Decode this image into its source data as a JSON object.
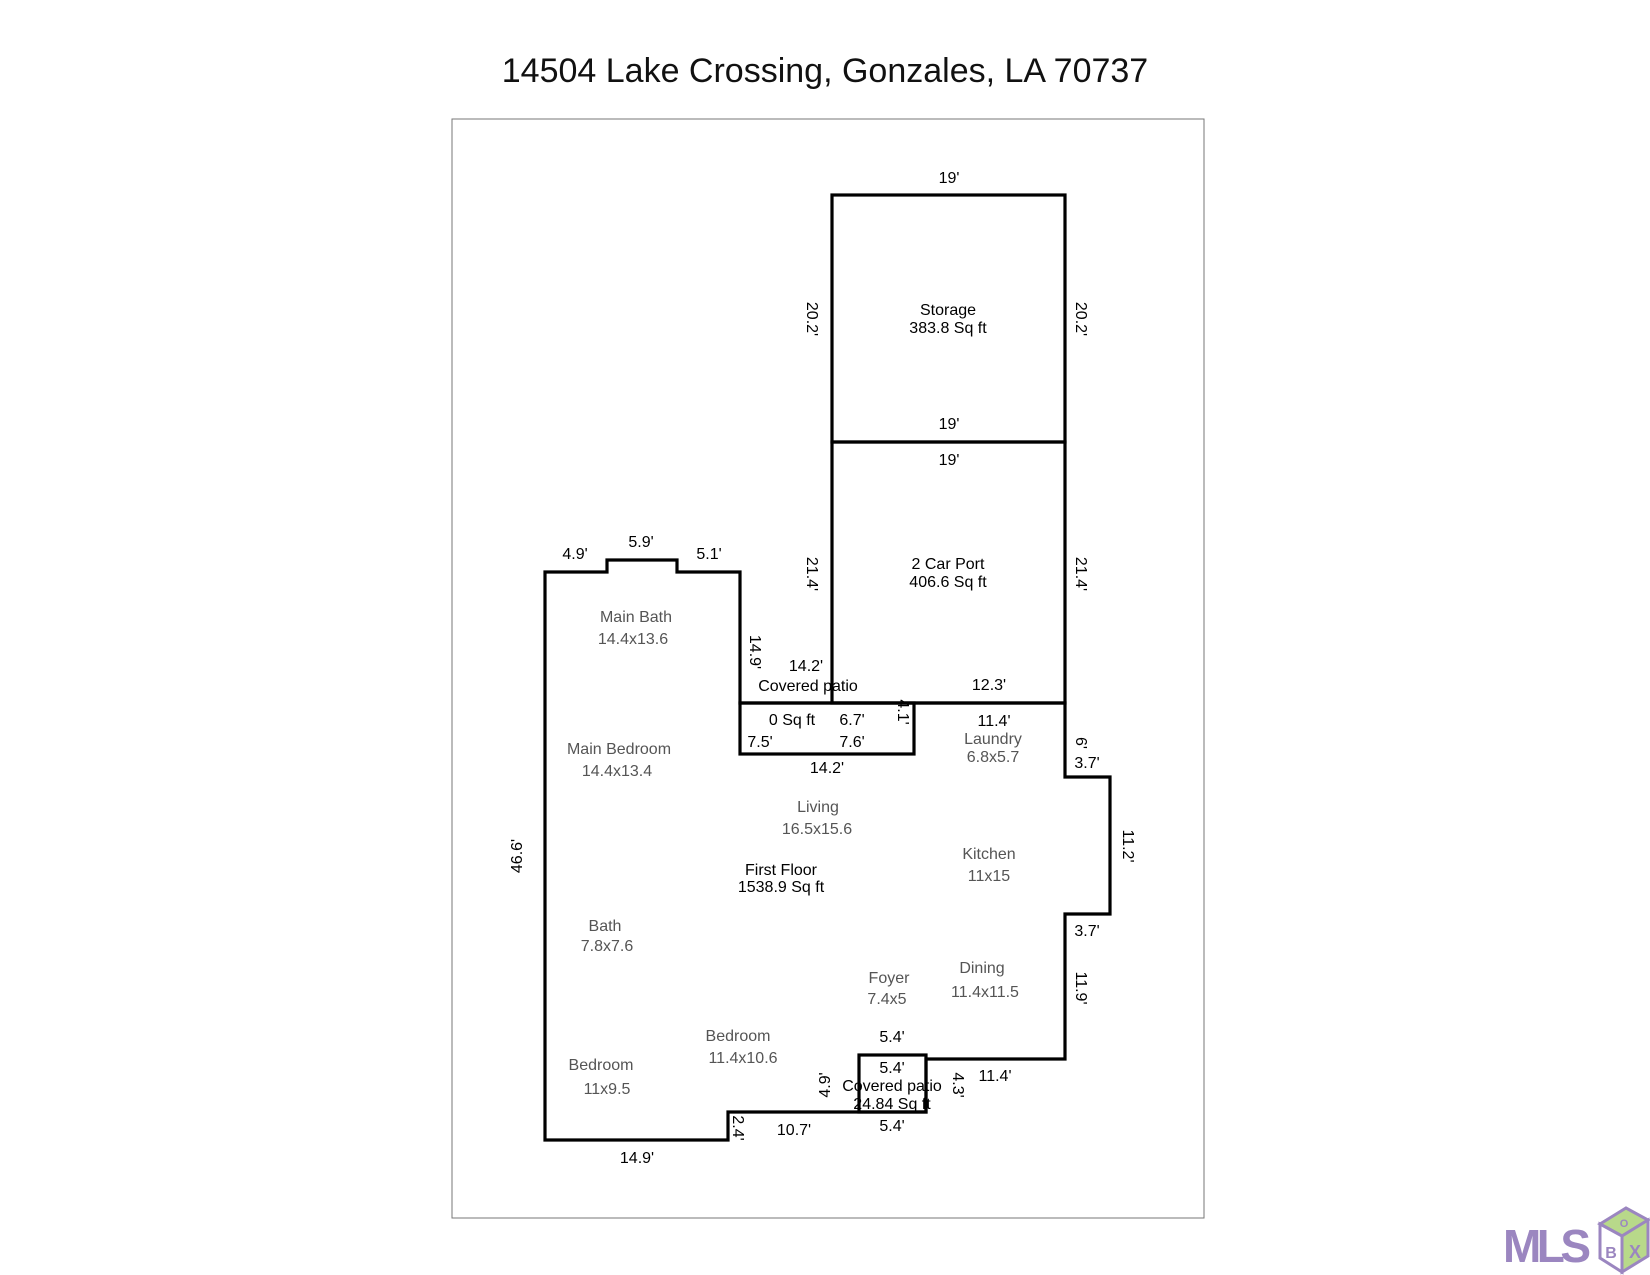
{
  "title": "14504 Lake Crossing, Gonzales, LA 70737",
  "rooms": {
    "storage": {
      "name": "Storage",
      "area": "383.8 Sq ft"
    },
    "carport": {
      "name": "2 Car Port",
      "area": "406.6 Sq ft"
    },
    "patio_top": {
      "name": "Covered patio",
      "area": "0 Sq ft"
    },
    "patio_bottom": {
      "name": "Covered patio",
      "area": "24.84 Sq ft"
    },
    "first_floor": {
      "name": "First Floor",
      "area": "1538.9 Sq ft"
    },
    "main_bath": {
      "name": "Main Bath",
      "size": "14.4x13.6"
    },
    "main_bedroom": {
      "name": "Main Bedroom",
      "size": "14.4x13.4"
    },
    "living": {
      "name": "Living",
      "size": "16.5x15.6"
    },
    "laundry": {
      "name": "Laundry",
      "size": "6.8x5.7"
    },
    "kitchen": {
      "name": "Kitchen",
      "size": "11x15"
    },
    "bath": {
      "name": "Bath",
      "size": "7.8x7.6"
    },
    "foyer": {
      "name": "Foyer",
      "size": "7.4x5"
    },
    "dining": {
      "name": "Dining",
      "size": "11.4x11.5"
    },
    "bedroom2": {
      "name": "Bedroom",
      "size": "11.4x10.6"
    },
    "bedroom3": {
      "name": "Bedroom",
      "size": "11x9.5"
    }
  },
  "dims": {
    "storage_top": "19'",
    "storage_left": "20.2'",
    "storage_right": "20.2'",
    "storage_bottom": "19'",
    "carport_top": "19'",
    "carport_left": "21.4'",
    "carport_right": "21.4'",
    "bath_step_left": "4.9'",
    "bath_step_mid": "5.9'",
    "bath_step_right": "5.1'",
    "bath_right": "14.9'",
    "patio_top": "14.2'",
    "carport_bottom": "12.3'",
    "patio_left": "7.5'",
    "patio_a": "6.7'",
    "patio_b": "7.6'",
    "patio_right": "4.1'",
    "patio_bottom": "14.2'",
    "laundry_top": "11.4'",
    "laundry_right": "6'",
    "bump_top": "3.7'",
    "bump_right": "11.2'",
    "bump_bottom": "3.7'",
    "left_wall": "46.6'",
    "dining_right": "11.9'",
    "foyer_top": "5.4'",
    "patio2_left": "4.9'",
    "patio2_top": "5.4'",
    "patio2_right": "4.3'",
    "dining_bottom": "11.4'",
    "step_bottom": "2.4'",
    "bedroom_bottom": "10.7'",
    "patio2_bottom": "5.4'",
    "bottom_left": "14.9'"
  },
  "logo": {
    "text": "MLS",
    "box_letters": "BOX",
    "colors": {
      "purple": "#9b86c0",
      "green": "#b8d98a"
    }
  }
}
